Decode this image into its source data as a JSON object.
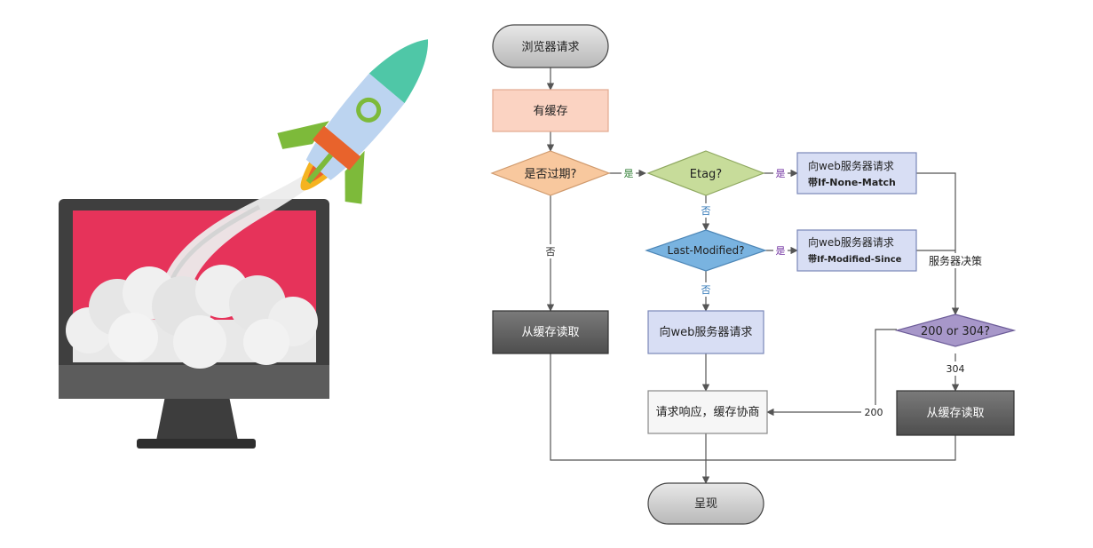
{
  "flow": {
    "start": "浏览器请求",
    "has_cache": "有缓存",
    "expired": "是否过期?",
    "etag": "Etag?",
    "last_modified": "Last-Modified?",
    "req_etag_line1": "向web服务器请求",
    "req_etag_line2": "带If-None-Match",
    "req_lm_line1": "向web服务器请求",
    "req_lm_line2": "带If-Modified-Since",
    "read_cache_left": "从缓存读取",
    "req_server": "向web服务器请求",
    "negotiate": "请求响应，缓存协商",
    "server_decision": "服务器决策",
    "status_check": "200 or 304?",
    "read_cache_right": "从缓存读取",
    "render": "呈现",
    "yes": "是",
    "no": "否",
    "code_304": "304",
    "code_200": "200"
  },
  "colors": {
    "screen": "#e6335a",
    "monitor": "#3f3f3f",
    "rocket_body": "#bcd4f0",
    "rocket_nose": "#4fc7a7",
    "rocket_band": "#e8632c",
    "fins": "#7dba3a",
    "cache_box": "#fbd3c2",
    "expired_diamond": "#f8c89e",
    "etag_diamond": "#c7dc9a",
    "lm_diamond": "#79b3e0",
    "request_box": "#d8def4",
    "status_diamond": "#a797c9",
    "dark_box": "#6b6b6b",
    "yes_purple": "#7030a0",
    "no_blue": "#2e75b6"
  }
}
